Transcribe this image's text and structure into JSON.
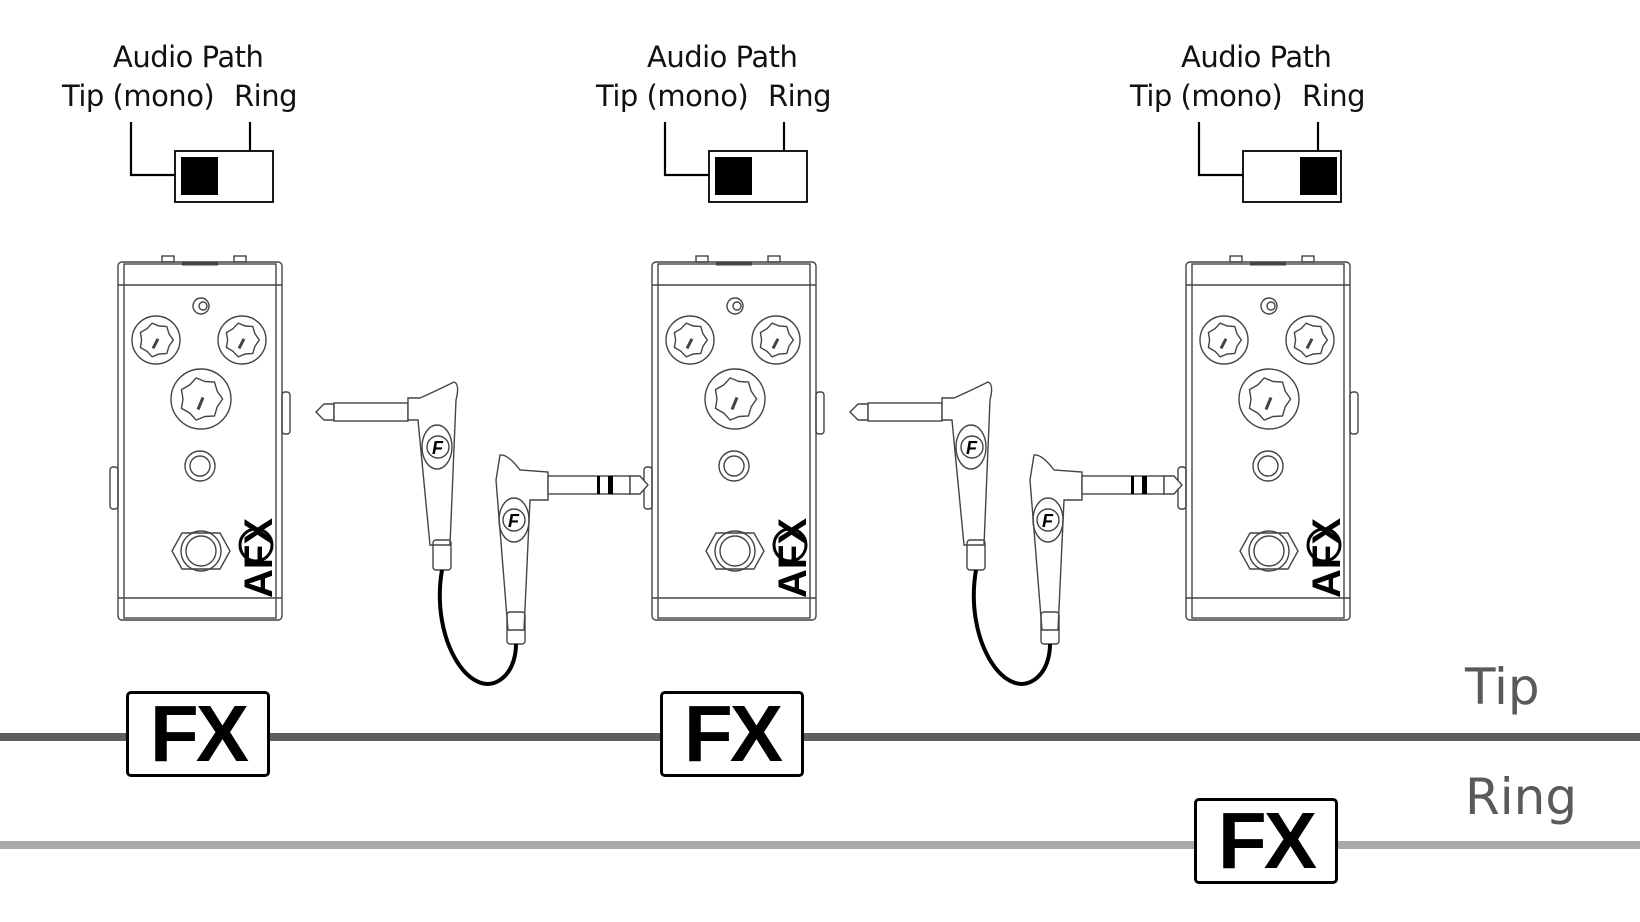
{
  "diagram": {
    "title": "Audio Path switch settings for chained pedals",
    "units": [
      {
        "switch": {
          "title": "Audio Path",
          "left_label": "Tip (mono)",
          "right_label": "Ring",
          "position": "Tip (mono)"
        },
        "pedal": {
          "brand_logo": "AFX",
          "knobs": 3
        },
        "fx_on_line": "Tip",
        "fx_label": "FX"
      },
      {
        "switch": {
          "title": "Audio Path",
          "left_label": "Tip (mono)",
          "right_label": "Ring",
          "position": "Tip (mono)"
        },
        "pedal": {
          "brand_logo": "AFX",
          "knobs": 3
        },
        "fx_on_line": "Tip",
        "fx_label": "FX"
      },
      {
        "switch": {
          "title": "Audio Path",
          "left_label": "Tip (mono)",
          "right_label": "Ring",
          "position": "Ring"
        },
        "pedal": {
          "brand_logo": "AFX",
          "knobs": 3
        },
        "fx_on_line": "Ring",
        "fx_label": "FX"
      }
    ],
    "cables": [
      {
        "connector_logo": "F",
        "type": "stereo TRS patch cable"
      },
      {
        "connector_logo": "F",
        "type": "stereo TRS patch cable"
      }
    ],
    "signal_lines": [
      {
        "name": "Tip",
        "color": "#5e5e5e"
      },
      {
        "name": "Ring",
        "color": "#aaaaaa"
      }
    ]
  }
}
